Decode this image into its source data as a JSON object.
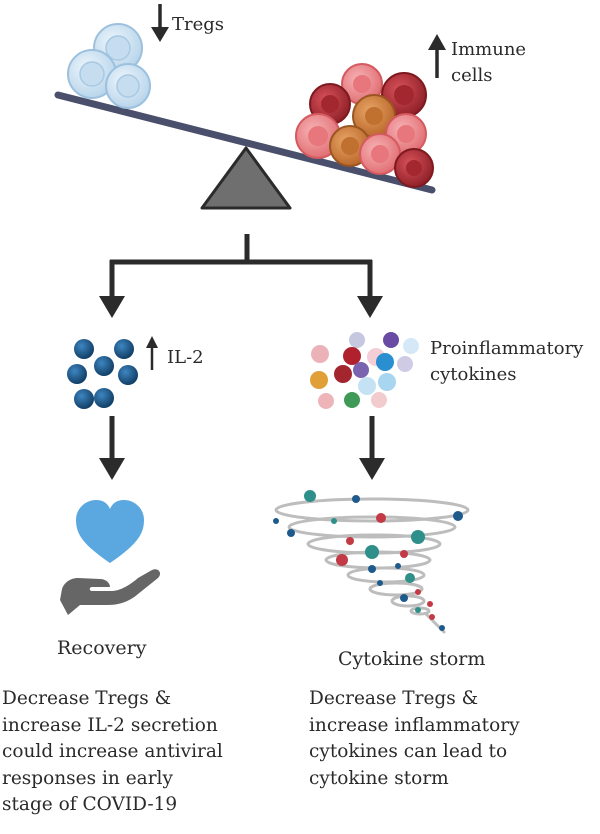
{
  "balance": {
    "tregs_label": "Tregs",
    "tregs_arrow": "down",
    "immune_label_line1": "Immune",
    "immune_label_line2": "cells",
    "immune_arrow": "up"
  },
  "left_branch": {
    "signal_label": "IL-2",
    "signal_arrow": "up",
    "outcome_label": "Recovery",
    "description": [
      "Decrease Tregs &",
      "increase IL-2 secretion",
      "could increase antiviral",
      "responses in early",
      "stage of COVID-19"
    ]
  },
  "right_branch": {
    "signal_label_line1": "Proinflammatory",
    "signal_label_line2": "cytokines",
    "outcome_label": "Cytokine storm",
    "description": [
      "Decrease Tregs &",
      "increase inflammatory",
      "cytokines can lead to",
      "cytokine storm"
    ]
  },
  "colors": {
    "treg_cell": "#cfe3f2",
    "immune_dark_red": "#b8333b",
    "immune_pink": "#ee8b8f",
    "immune_orange": "#d98a4a",
    "il2_blue": "#1f5a8c",
    "heart": "#5ba8e0",
    "hand": "#666666",
    "arrow": "#2b2b2b",
    "beam": "#4a4f6b"
  }
}
